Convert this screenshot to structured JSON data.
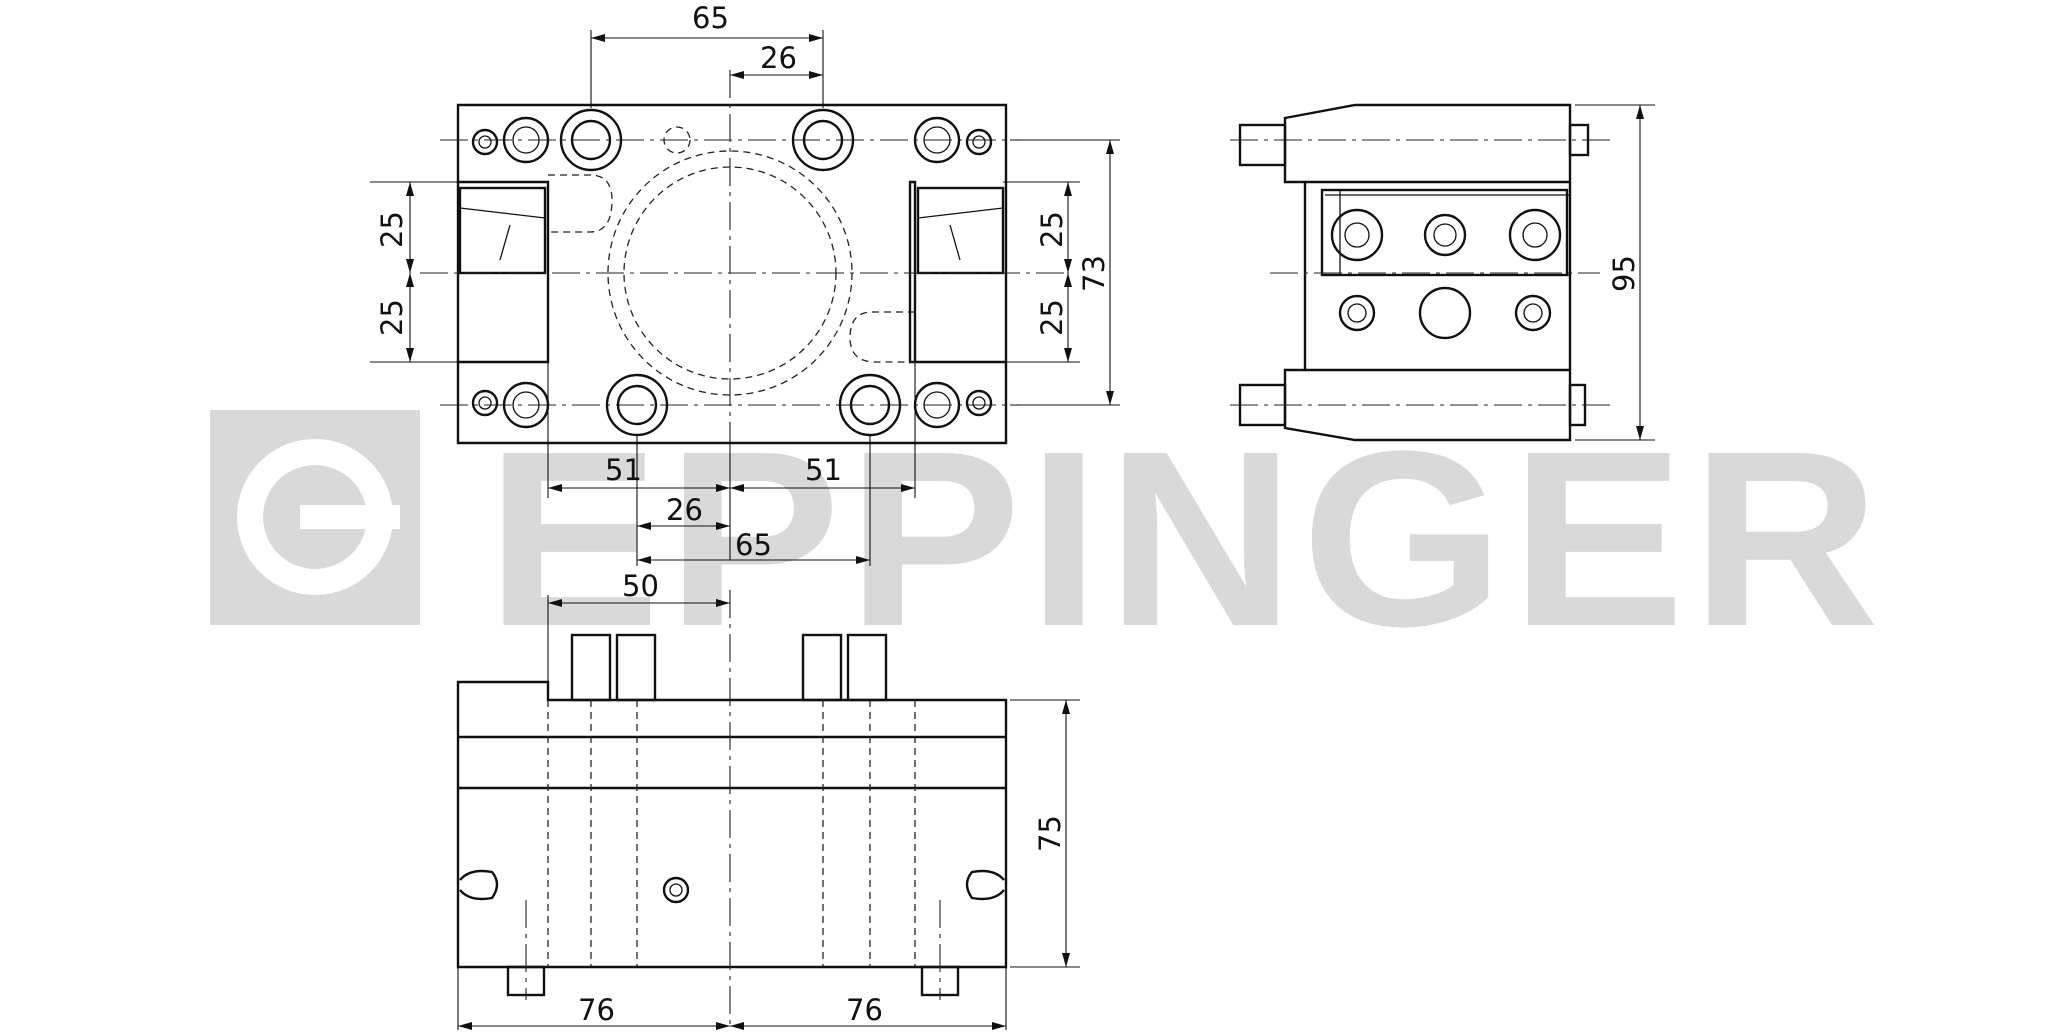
{
  "watermark": {
    "brand": "EPPINGER"
  },
  "dimensions": {
    "top_view": {
      "top_65": "65",
      "top_26": "26",
      "left_25_upper": "25",
      "left_25_lower": "25",
      "right_25_upper": "25",
      "right_25_lower": "25",
      "right_73": "73",
      "bottom_51_left": "51",
      "bottom_51_right": "51",
      "bottom_26": "26",
      "bottom_65": "65"
    },
    "side_view": {
      "height_95": "95"
    },
    "front_view": {
      "top_50": "50",
      "right_75": "75",
      "bottom_76_left": "76",
      "bottom_76_right": "76"
    }
  }
}
